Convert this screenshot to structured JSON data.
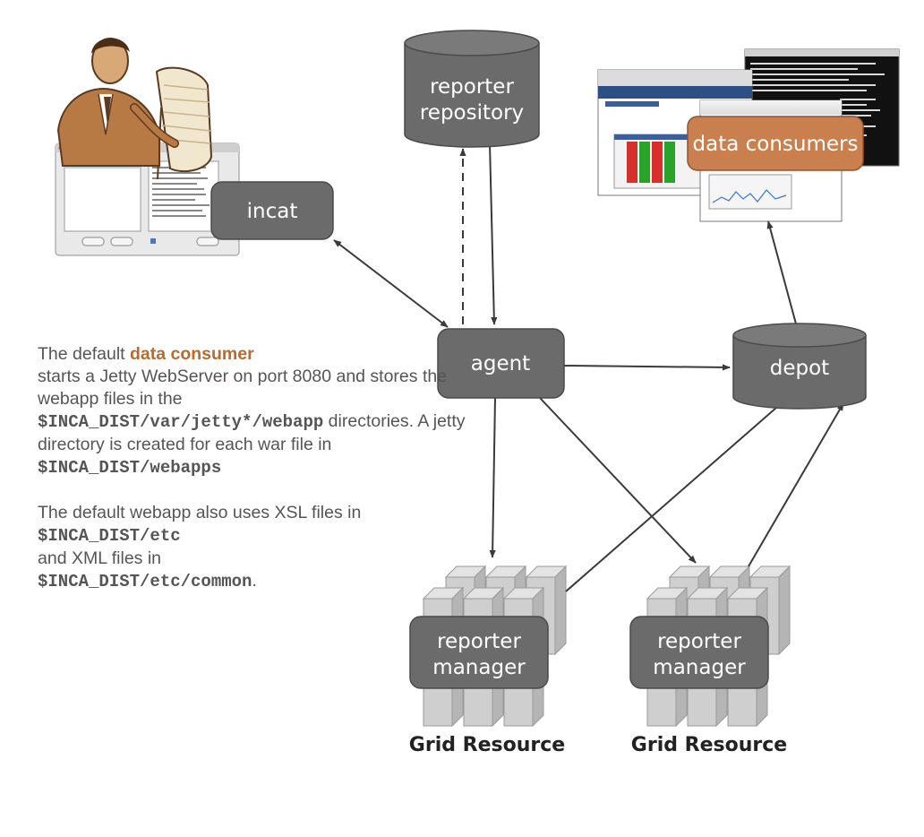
{
  "nodes": {
    "incat": "incat",
    "reporter_repository": [
      "reporter",
      "repository"
    ],
    "agent": "agent",
    "depot": "depot",
    "data_consumers": "data consumers",
    "reporter_manager_1": [
      "reporter",
      "manager"
    ],
    "reporter_manager_2": [
      "reporter",
      "manager"
    ],
    "grid_resource_1": "Grid Resource",
    "grid_resource_2": "Grid Resource"
  },
  "description": {
    "p1": {
      "t1": "The default ",
      "hl": "data consumer",
      "t2": " starts a Jetty WebServer on port 8080 and stores the webapp files in the ",
      "c1": "$INCA_DIST/var/jetty*/webapp",
      "t3": " directories.  A jetty directory is created for each war file in ",
      "c2": "$INCA_DIST/webapps"
    },
    "p2": {
      "t1": "The default webapp also uses XSL files in ",
      "c1": "$INCA_DIST/etc",
      "t2": " and XML files in ",
      "c2": "$INCA_DIST/etc/common",
      "t3": "."
    }
  },
  "colors": {
    "node_fill": "#6b6b6b",
    "node_stroke": "#4a4a4a",
    "consumer_fill": "#c9804e",
    "highlight": "#b86a2f",
    "text": "#555555"
  }
}
